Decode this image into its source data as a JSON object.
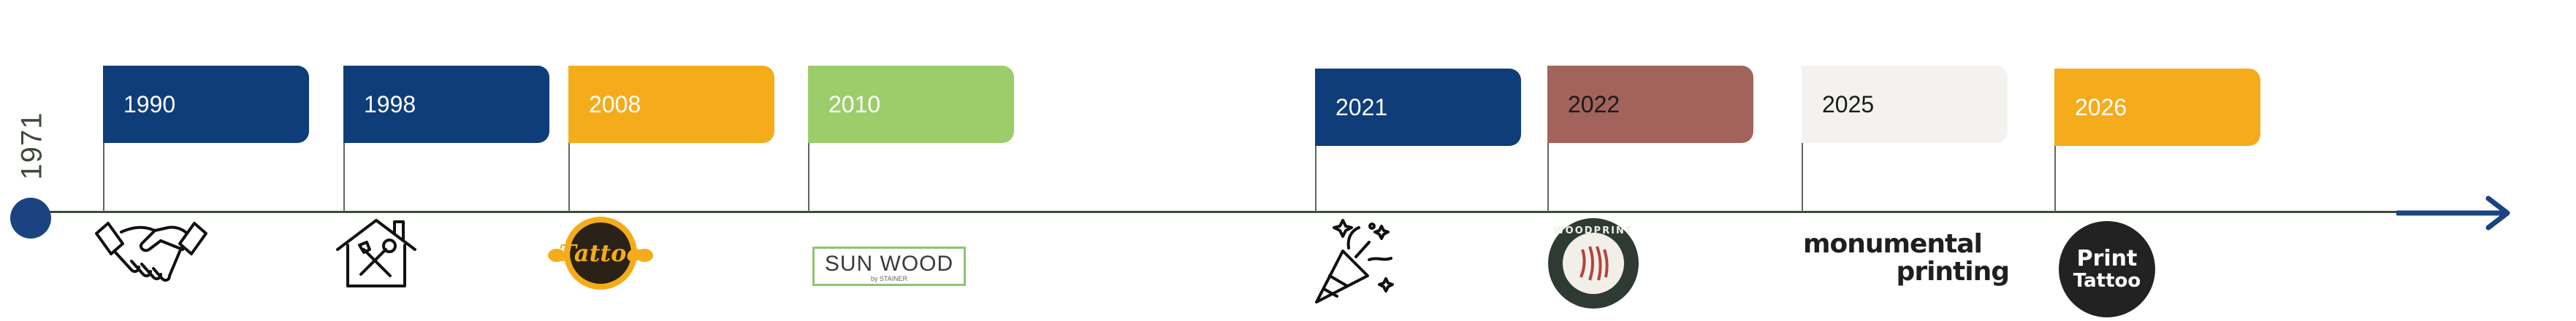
{
  "timeline": {
    "start_year": "1971",
    "milestones": [
      {
        "year": "1990",
        "color": "#0f3d7a",
        "text_color": "#ffffff",
        "icon": "handshake-icon"
      },
      {
        "year": "1998",
        "color": "#0f3d7a",
        "text_color": "#ffffff",
        "icon": "house-tools-icon"
      },
      {
        "year": "2008",
        "color": "#f5ac1b",
        "text_color": "#ffffff",
        "icon": "tattoo-badge-logo"
      },
      {
        "year": "2010",
        "color": "#9ccd6a",
        "text_color": "#ffffff",
        "icon": "sun-wood-logo"
      },
      {
        "year": "2021",
        "color": "#0f3d7a",
        "text_color": "#ffffff",
        "icon": "party-popper-icon"
      },
      {
        "year": "2022",
        "color": "#a2635d",
        "text_color": "#1a1a1a",
        "icon": "woodprint-seal-logo"
      },
      {
        "year": "2025",
        "color": "#f3f2ee",
        "text_color": "#1a1a1a",
        "icon": "monumental-printing-logo"
      },
      {
        "year": "2026",
        "color": "#f5ac1b",
        "text_color": "#ffffff",
        "icon": "print-tattoo-logo"
      }
    ]
  },
  "logos": {
    "tattoo_badge": "Tattoo",
    "sun_wood": {
      "name": "SUN WOOD",
      "sub": "by STAINER"
    },
    "woodprint": "WOODPRINT",
    "monumental": {
      "line1": "monumental",
      "line2": "printing"
    },
    "print_tattoo": {
      "line1": "Print",
      "line2": "Tattoo"
    }
  },
  "colors": {
    "axis": "#3c4b3a",
    "dot": "#1b4382",
    "arrow": "#1b4382"
  }
}
